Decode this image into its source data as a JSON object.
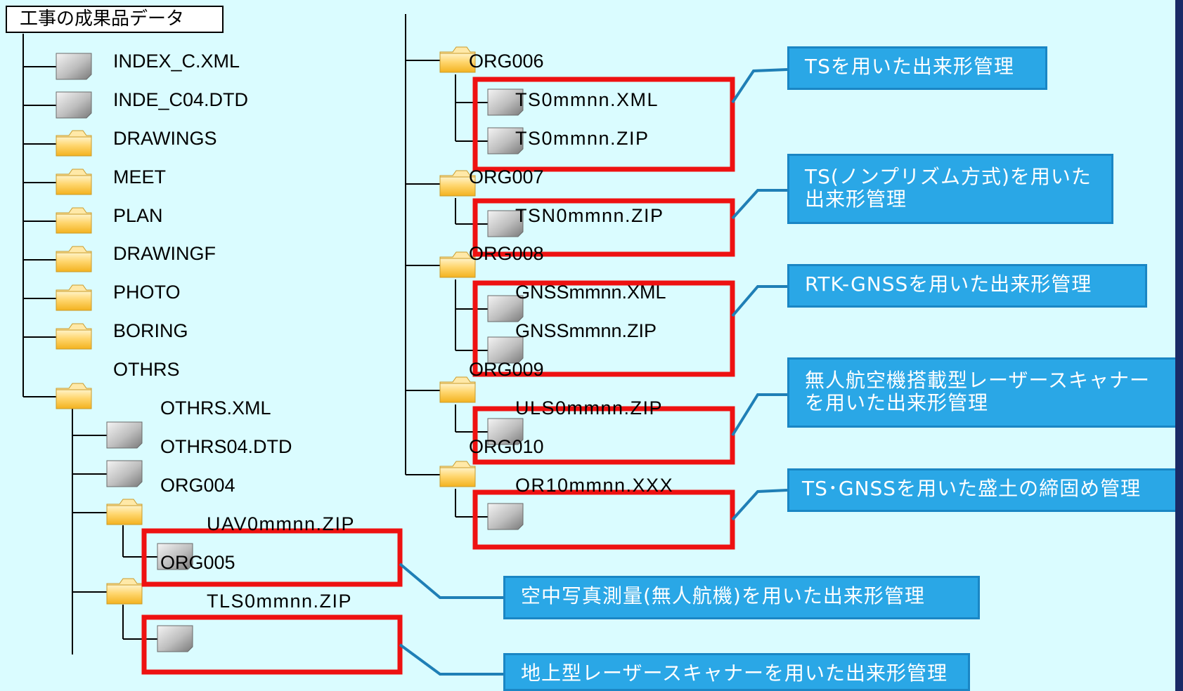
{
  "root": "工事の成果品データ",
  "left_tree": {
    "files": [
      "INDEX_C.XML",
      "INDE_C04.DTD"
    ],
    "folders": [
      "DRAWINGS",
      "MEET",
      "PLAN",
      "DRAWINGF",
      "PHOTO",
      "BORING",
      "OTHRS"
    ],
    "othrs_children": [
      "OTHRS.XML",
      "OTHRS04.DTD",
      "ORG004",
      "UAV0mmnn.ZIP",
      "ORG005",
      "TLS0mmnn.ZIP"
    ]
  },
  "right_tree": {
    "folders": [
      "ORG006",
      "ORG007",
      "ORG008",
      "ORG009",
      "ORG010"
    ],
    "files": [
      "TS0mmnn.XML",
      "TS0mmnn.ZIP",
      "TSN0mmnn.ZIP",
      "GNSSmmnn.XML",
      "GNSSmmnn.ZIP",
      "ULS0mmnn.ZIP",
      "OR10mmnn.XXX"
    ]
  },
  "callouts": [
    "TSを用いた出来形管理",
    "TS(ノンプリズム方式)を用いた出来形管理",
    "RTK-GNSSを用いた出来形管理",
    "無人航空機搭載型レーザースキャナーを用いた出来形管理",
    "TS･GNSSを用いた盛土の締固め管理",
    "空中写真測量(無人航機)を用いた出来形管理",
    "地上型レーザースキャナーを用いた出来形管理"
  ],
  "colors": {
    "background": "#dafcff",
    "callout_fill": "#2aa7e6",
    "highlight_border": "#ee1111",
    "folder": "#ffd266",
    "file": "#b9b9b9"
  }
}
